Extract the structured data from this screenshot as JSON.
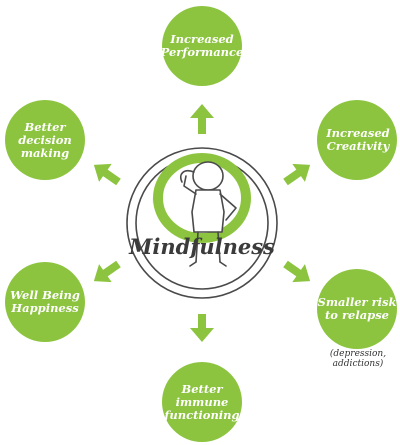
{
  "center": {
    "label": "Mindfulness"
  },
  "nodes": [
    {
      "id": "performance",
      "label": "Increased\nPerformance"
    },
    {
      "id": "creativity",
      "label": "Increased\nCreativity"
    },
    {
      "id": "relapse",
      "label": "Smaller risk\nto relapse"
    },
    {
      "id": "immune",
      "label": "Better immune\nfunctioning"
    },
    {
      "id": "wellbeing",
      "label": "Well Being\nHappiness"
    },
    {
      "id": "decision",
      "label": "Better decision\nmaking"
    }
  ],
  "relapse_note": "(depression,\naddictions)",
  "colors": {
    "accent": "#8cc43f",
    "outline": "#4a4a4a",
    "text_on_accent": "#ffffff"
  }
}
